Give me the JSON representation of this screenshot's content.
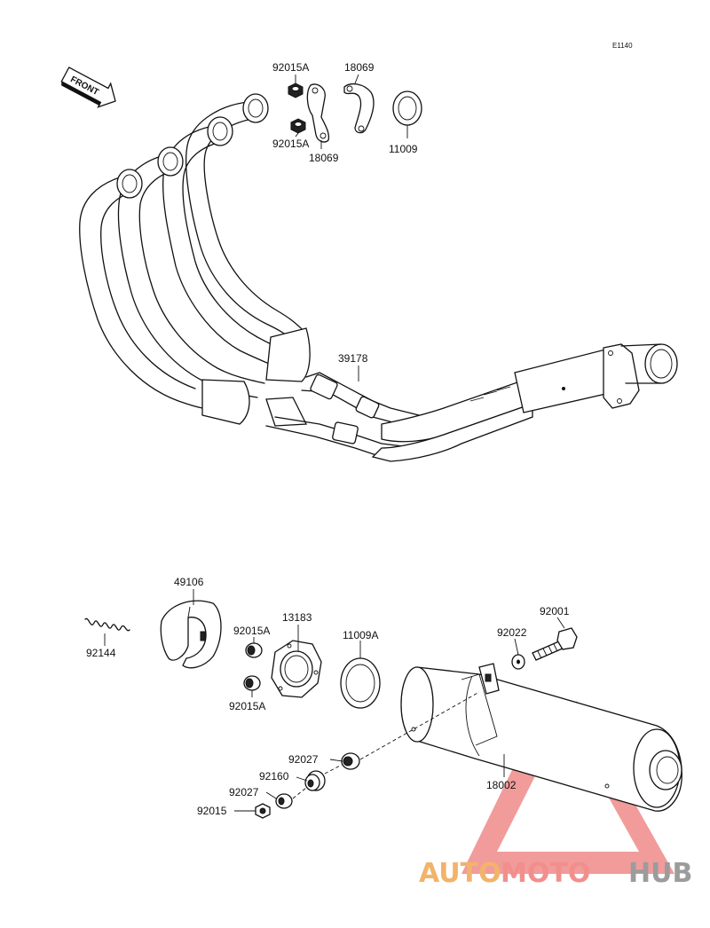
{
  "diagram_code": "E1140",
  "front_arrow": "FRONT",
  "labels": {
    "p92015a_top": "92015A",
    "p18069_top": "18069",
    "p92015a_mid": "92015A",
    "p18069_mid": "18069",
    "p11009": "11009",
    "p39178": "39178",
    "p49106": "49106",
    "p92144": "92144",
    "p13183": "13183",
    "p92015a_a": "92015A",
    "p92015a_b": "92015A",
    "p11009a": "11009A",
    "p92001": "92001",
    "p92022": "92022",
    "p92027_a": "92027",
    "p92160": "92160",
    "p92027_b": "92027",
    "p92015": "92015",
    "p18002": "18002"
  },
  "watermark": {
    "part1": "AUTO",
    "part2": "MOTO",
    "part3": "HUB",
    "colors": {
      "auto": "#f2b36a",
      "moto": "#f28e8c",
      "hub": "#9c9c9c",
      "triangle": "#ef8a8a"
    }
  }
}
